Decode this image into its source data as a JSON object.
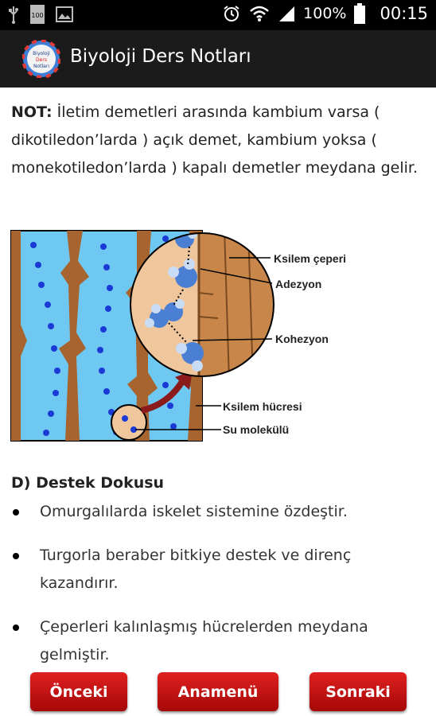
{
  "status_bar": {
    "battery_badge": "100",
    "battery_percent": "100%",
    "time": "00:15",
    "icons": [
      "usb-icon",
      "battery-small-icon",
      "image-icon",
      "alarm-icon",
      "wifi-icon",
      "signal-icon",
      "battery-icon"
    ]
  },
  "app_bar": {
    "title": "Biyoloji Ders Notları",
    "logo_text": [
      "Biyoloji",
      "Ders",
      "Notları"
    ]
  },
  "content": {
    "note_label": "NOT:",
    "note_text": " İletim demetleri arasında kambium varsa ( dikotiledon’larda ) açık demet, kambium yoksa ( monekotiledon’larda ) kapalı demetler meydana gelir.",
    "figure_labels": {
      "ksilem_ceperi": "Ksilem çeperi",
      "adezyon": "Adezyon",
      "kohezyon": "Kohezyon",
      "ksilem_hucresi": "Ksilem hücresi",
      "su_molekulu": "Su molekülü"
    },
    "section_title": "D) Destek Dokusu",
    "bullets": [
      " Omurgalılarda iskelet sistemine özdeştir.",
      " Turgorla beraber bitkiye destek ve direnç kazandırır.",
      " Çeperleri kalınlaşmış hücrelerden meydana gelmiştir."
    ]
  },
  "nav": {
    "prev": "Önceki",
    "menu": "Anamenü",
    "next": "Sonraki"
  },
  "colors": {
    "app_bar": "#1b1b1b",
    "button_red": "#c81414",
    "cell_blue": "#6ec8f2",
    "wall_brown": "#a8642e",
    "circle_tan": "#f0c79c"
  }
}
